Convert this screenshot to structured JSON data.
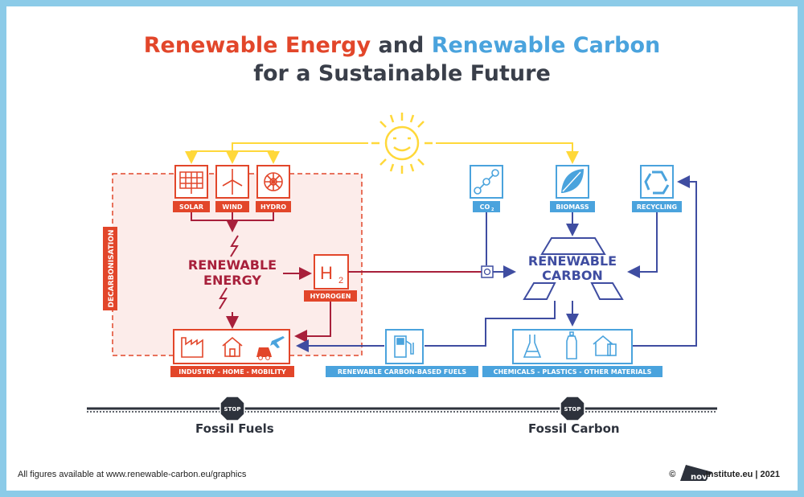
{
  "title": {
    "part1": "Renewable Energy",
    "and": "and",
    "part2": "Renewable Carbon",
    "subtitle": "for a Sustainable Future"
  },
  "energy": {
    "solar": "SOLAR",
    "wind": "WIND",
    "hydro": "HYDRO",
    "center_line1": "RENEWABLE",
    "center_line2": "ENERGY",
    "hydrogen": "HYDROGEN",
    "h2": "H",
    "decarbonisation": "DECARBONISATION",
    "sink": "INDUSTRY - HOME - MOBILITY"
  },
  "carbon": {
    "co2": "CO",
    "biomass": "BIOMASS",
    "recycling": "RECYCLING",
    "center_line1": "RENEWABLE",
    "center_line2": "CARBON",
    "fuels": "RENEWABLE CARBON-BASED FUELS",
    "materials": "CHEMICALS - PLASTICS - OTHER MATERIALS"
  },
  "stop": {
    "sign": "STOP",
    "fossil_fuels": "Fossil Fuels",
    "fossil_carbon": "Fossil Carbon"
  },
  "footer": {
    "left": "All figures available at www.renewable-carbon.eu/graphics",
    "right_logo": "nova",
    "right_text": "-Institute.eu | 2021"
  },
  "colors": {
    "energy_red": "#e2462a",
    "energy_dark": "#a8203b",
    "carbon_blue": "#4aa3dd",
    "carbon_dark": "#3f4da1",
    "sun_yellow": "#ffd83a"
  }
}
